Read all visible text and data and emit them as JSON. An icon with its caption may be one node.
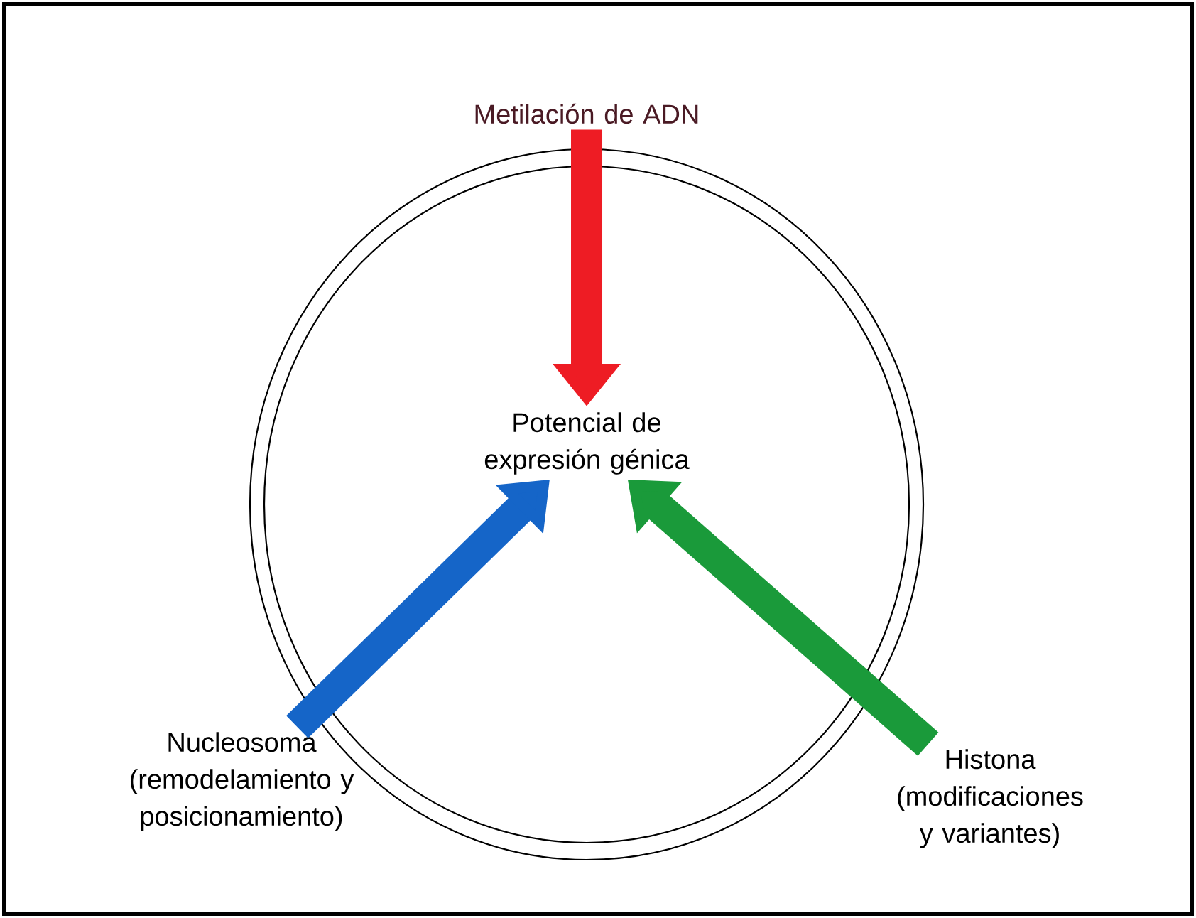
{
  "diagram": {
    "nodes": [
      {
        "text": [
          "Potencial de expresión génica"
        ]
      },
      {
        "text": [
          "Metilación de ADN"
        ]
      },
      {
        "text": [
          "Nucleosoma (remodelamiento y posicionamiento)"
        ]
      },
      {
        "text": [
          "Histona (modificaciones y variantes)"
        ]
      }
    ],
    "edges": [
      {
        "from": 1,
        "to": 0,
        "arrow": "to",
        "color": "#ee1c24"
      },
      {
        "from": 2,
        "to": 0,
        "arrow": "to",
        "color": "#1565c8"
      },
      {
        "from": 3,
        "to": 0,
        "arrow": "to",
        "color": "#1a9a3a"
      }
    ]
  }
}
